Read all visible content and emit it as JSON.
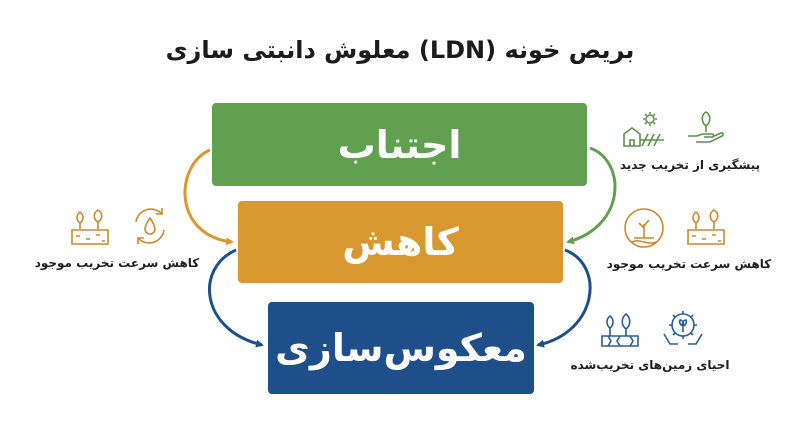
{
  "title": "بریص خونه (LDN) معلوش دانبتی سازی",
  "colors": {
    "green": "#62a051",
    "orange": "#d9972f",
    "blue": "#1e4f8a"
  },
  "boxes": {
    "avoid": "اجتناب",
    "reduce": "کاهش",
    "reverse": "معکوس‌سازی"
  },
  "labels": {
    "right_top": "پیشگیری از تخریب جدید",
    "right_middle": "کاهش سرعت تخریب موجود",
    "right_bottom": "احیای زمین‌های تخریب‌شده",
    "left_middle": "کاهش سرعت تخریب موجود"
  },
  "icons": {
    "right_top": [
      "farm-sun-icon",
      "hand-plant-icon"
    ],
    "right_middle": [
      "eroded-tree-icon",
      "soil-plants-icon"
    ],
    "right_bottom": [
      "dry-land-trees-icon",
      "gear-hands-sprout-icon"
    ],
    "left_middle": [
      "soil-plants-icon",
      "water-cycle-icon"
    ]
  }
}
